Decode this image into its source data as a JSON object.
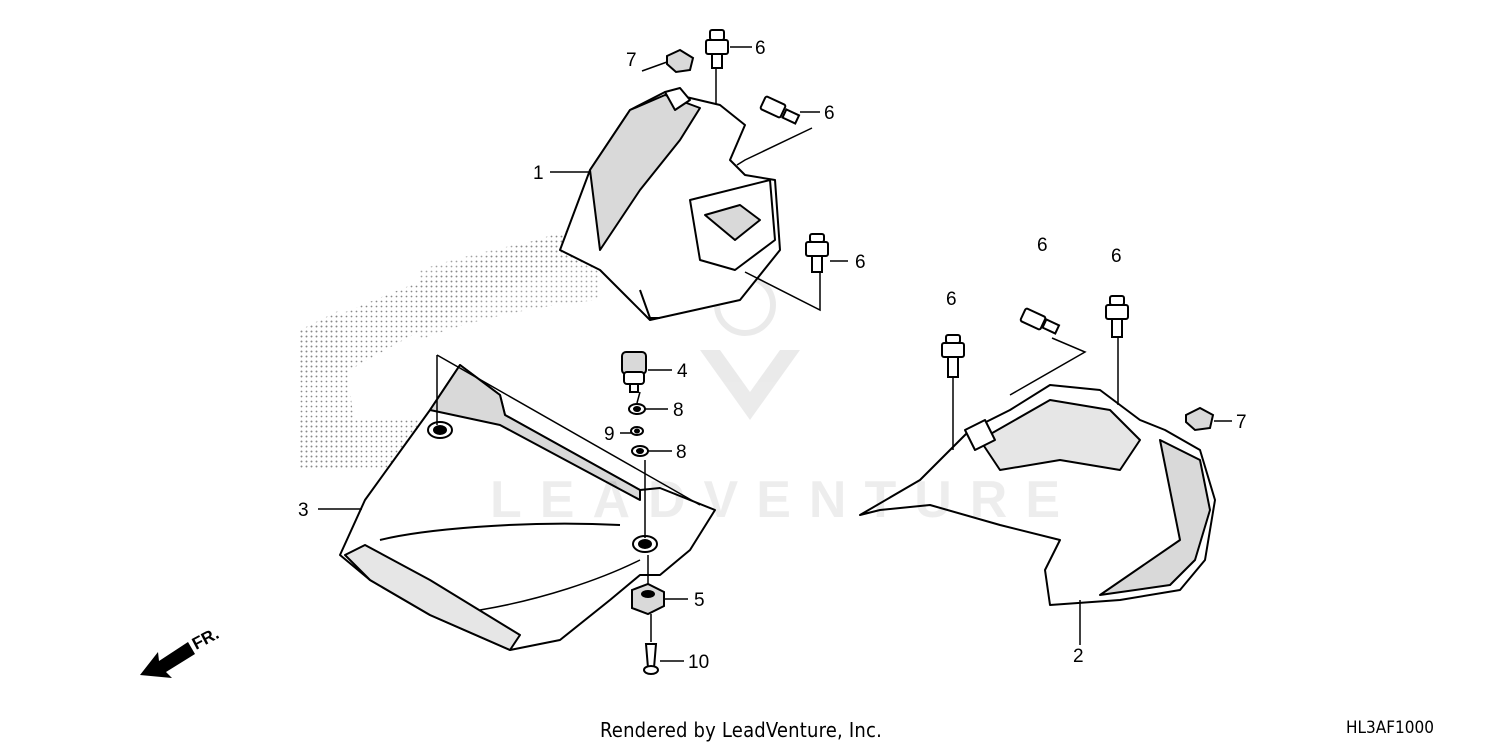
{
  "callouts": {
    "c1": "1",
    "c2": "2",
    "c3": "3",
    "c4": "4",
    "c5": "5",
    "c6a": "6",
    "c6b": "6",
    "c6c": "6",
    "c6d": "6",
    "c6e": "6",
    "c6f": "6",
    "c7a": "7",
    "c7b": "7",
    "c8a": "8",
    "c8b": "8",
    "c9": "9",
    "c10": "10"
  },
  "direction_label": "FR.",
  "footer": {
    "credit": "Rendered by LeadVenture, Inc.",
    "diagram_code": "HL3AF1000"
  },
  "watermark": "LEADVENTURE",
  "colors": {
    "ink": "#000000",
    "fill": "#ffffff",
    "shade": "#d9d9d9",
    "stipple": "#9a9a9a"
  }
}
